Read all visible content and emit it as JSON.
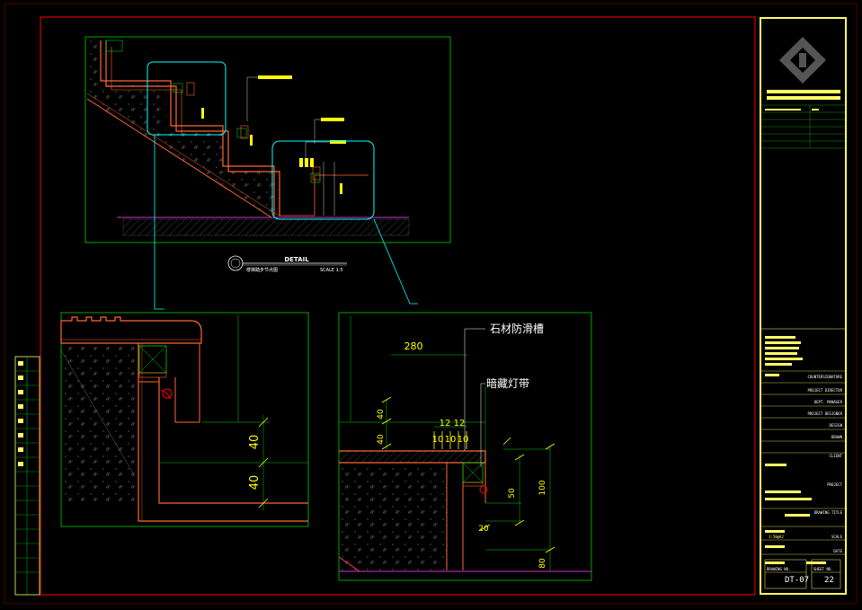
{
  "colors": {
    "background": "#000000",
    "frame": "#ff0000",
    "titleblock": "#ffff66",
    "detail_border": "#00cc00",
    "callout": "#00ffff",
    "stone": "#ff6633",
    "dimension": "#ffff00",
    "ground": "#cc33cc",
    "text": "#ffffff"
  },
  "detail_title": {
    "label": "DETAIL",
    "name": "楼梯踏步节点图",
    "scale": "SCALE 1:5"
  },
  "annotations": {
    "anti_slip_groove": "石材防滑槽",
    "hidden_light_strip": "暗藏灯带"
  },
  "dimensions": {
    "left_detail": [
      "40",
      "40"
    ],
    "right_detail": {
      "tread_width": "280",
      "riser_top": "40",
      "riser_bottom": "40",
      "groove_spacing": [
        "12",
        "12",
        "10",
        "10",
        "10"
      ],
      "light_offset": "20",
      "light_height": "50",
      "step_height": "100",
      "base": "80"
    }
  },
  "title_block": {
    "countersignature": "COUNTERSIGNATURE",
    "project_director": "PROJECT DIRECTOR",
    "dept_manager": "DEPT. MANAGER",
    "project_designer": "PROJECT DESIGNER",
    "design": "DESIGN",
    "drawn": "DRAWN",
    "client": "CLIENT",
    "project": "PROJECT",
    "drawing_title": "DRAWING TITLE",
    "scale_label": "SCALE",
    "scale_value": "1:50@A2",
    "date": "DATE",
    "drawing_no_label": "DRAWING NO.",
    "sheet_no_label": "SHEET NO.",
    "drawing_no": "DT-07",
    "sheet_no": "22"
  }
}
